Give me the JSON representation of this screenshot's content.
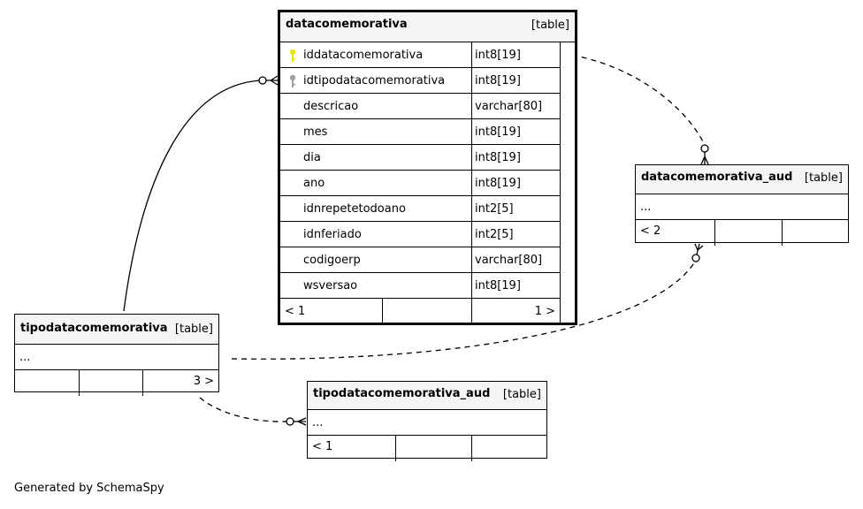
{
  "diagram": {
    "footer": "Generated by SchemaSpy",
    "tables": {
      "datacomemorativa": {
        "name": "datacomemorativa",
        "kind": "[table]",
        "columns": [
          {
            "name": "iddatacomemorativa",
            "type": "int8[19]",
            "key": "primary"
          },
          {
            "name": "idtipodatacomemorativa",
            "type": "int8[19]",
            "key": "foreign"
          },
          {
            "name": "descricao",
            "type": "varchar[80]"
          },
          {
            "name": "mes",
            "type": "int8[19]"
          },
          {
            "name": "dia",
            "type": "int8[19]"
          },
          {
            "name": "ano",
            "type": "int8[19]"
          },
          {
            "name": "idnrepetetodoano",
            "type": "int2[5]"
          },
          {
            "name": "idnferiado",
            "type": "int2[5]"
          },
          {
            "name": "codigoerp",
            "type": "varchar[80]"
          },
          {
            "name": "wsversao",
            "type": "int8[19]"
          }
        ],
        "footer_left": "< 1",
        "footer_right": "1 >",
        "pk_icon": "primary-key-icon",
        "fk_icon": "foreign-key-icon",
        "pk_color": "#e6e600",
        "fk_color": "#a0a0a0"
      },
      "datacomemorativa_aud": {
        "name": "datacomemorativa_aud",
        "kind": "[table]",
        "ellipsis": "...",
        "footer_left": "< 2"
      },
      "tipodatacomemorativa": {
        "name": "tipodatacomemorativa",
        "kind": "[table]",
        "ellipsis": "...",
        "footer_right": "3 >"
      },
      "tipodatacomemorativa_aud": {
        "name": "tipodatacomemorativa_aud",
        "kind": "[table]",
        "ellipsis": "...",
        "footer_left": "< 1"
      }
    }
  }
}
